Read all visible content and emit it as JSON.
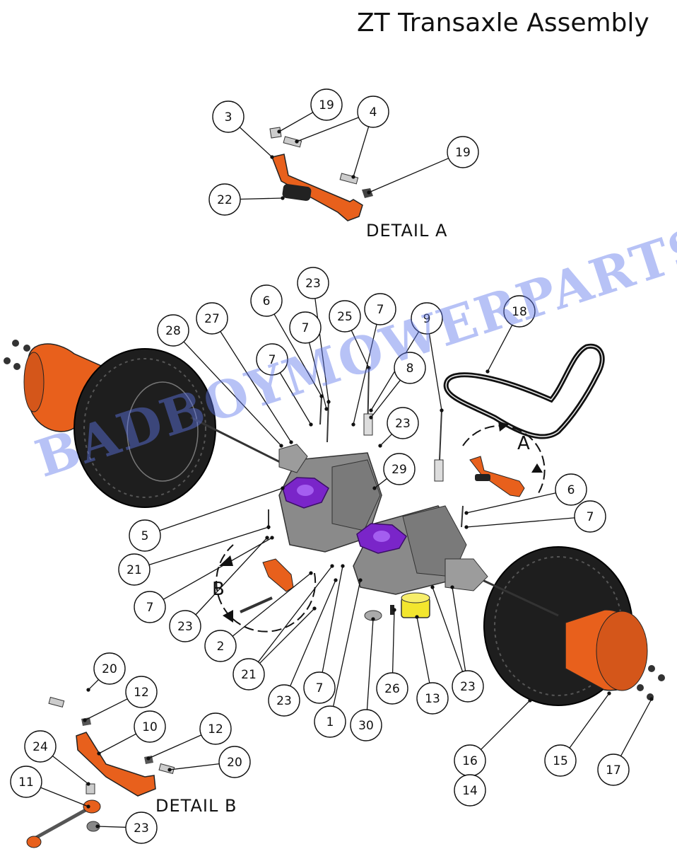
{
  "title": "ZT Transaxle Assembly",
  "watermark": "BADBOYMOWERPARTS.COM",
  "detail_a_label": "DETAIL  A",
  "detail_b_label": "DETAIL  B",
  "inset_letters": {
    "a": "A",
    "b": "B"
  },
  "colors": {
    "orange": "#e8601c",
    "purple": "#7a25c9",
    "yellow": "#f3e62e",
    "housing": "#8a8a8a",
    "tire": "#1e1e1e"
  },
  "callouts": [
    {
      "n": "3",
      "id": "c1"
    },
    {
      "n": "19",
      "id": "c2"
    },
    {
      "n": "4",
      "id": "c3"
    },
    {
      "n": "19",
      "id": "c4"
    },
    {
      "n": "22",
      "id": "c5"
    },
    {
      "n": "23",
      "id": "c6"
    },
    {
      "n": "6",
      "id": "c7"
    },
    {
      "n": "27",
      "id": "c8"
    },
    {
      "n": "7",
      "id": "c9"
    },
    {
      "n": "25",
      "id": "c10"
    },
    {
      "n": "7",
      "id": "c11"
    },
    {
      "n": "9",
      "id": "c12"
    },
    {
      "n": "18",
      "id": "c13"
    },
    {
      "n": "28",
      "id": "c14"
    },
    {
      "n": "7",
      "id": "c15"
    },
    {
      "n": "8",
      "id": "c16"
    },
    {
      "n": "23",
      "id": "c17"
    },
    {
      "n": "29",
      "id": "c18"
    },
    {
      "n": "6",
      "id": "c19"
    },
    {
      "n": "7",
      "id": "c20"
    },
    {
      "n": "5",
      "id": "c21"
    },
    {
      "n": "21",
      "id": "c22"
    },
    {
      "n": "7",
      "id": "c23"
    },
    {
      "n": "23",
      "id": "c24"
    },
    {
      "n": "2",
      "id": "c25"
    },
    {
      "n": "21",
      "id": "c26"
    },
    {
      "n": "7",
      "id": "c27"
    },
    {
      "n": "26",
      "id": "c28"
    },
    {
      "n": "13",
      "id": "c29"
    },
    {
      "n": "23",
      "id": "c30"
    },
    {
      "n": "23",
      "id": "c31"
    },
    {
      "n": "1",
      "id": "c32"
    },
    {
      "n": "30",
      "id": "c33"
    },
    {
      "n": "16",
      "id": "c34"
    },
    {
      "n": "15",
      "id": "c35"
    },
    {
      "n": "17",
      "id": "c36"
    },
    {
      "n": "14",
      "id": "c37"
    },
    {
      "n": "20",
      "id": "c38"
    },
    {
      "n": "12",
      "id": "c39"
    },
    {
      "n": "10",
      "id": "c40"
    },
    {
      "n": "12",
      "id": "c41"
    },
    {
      "n": "24",
      "id": "c42"
    },
    {
      "n": "20",
      "id": "c43"
    },
    {
      "n": "11",
      "id": "c44"
    },
    {
      "n": "23",
      "id": "c45"
    }
  ]
}
